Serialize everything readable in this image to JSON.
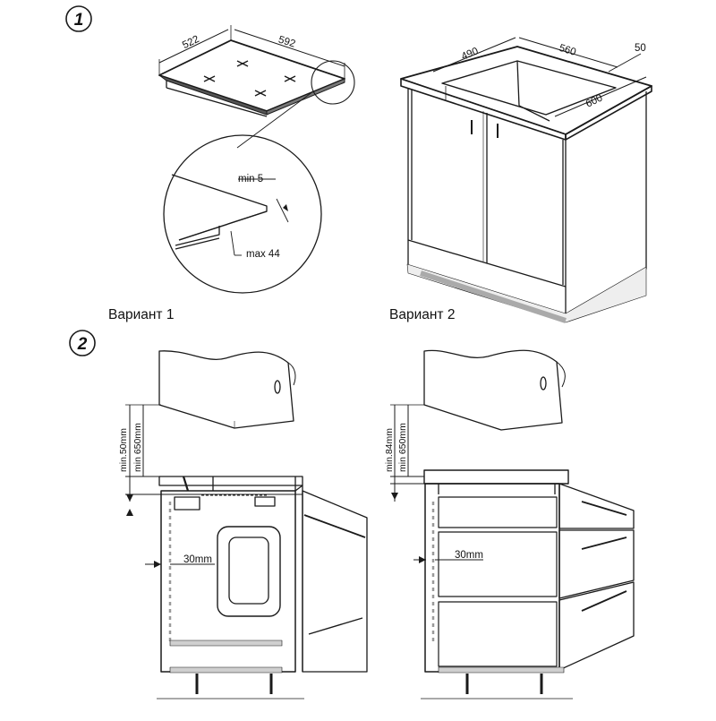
{
  "steps": [
    "1",
    "2"
  ],
  "variant1": {
    "caption": "Вариант 1",
    "hob_depth": "522",
    "hob_width": "592",
    "detail_min": "min 5",
    "detail_max": "max 44",
    "min_above": "min.50mm",
    "min_cabinet": "min 650mm",
    "gap": "30mm"
  },
  "variant2": {
    "caption": "Вариант 2",
    "cut_depth": "490",
    "cut_width": "560",
    "edge": "50",
    "top_depth": "600",
    "min_above": "min.84mm",
    "min_cabinet": "min 650mm",
    "gap": "30mm"
  },
  "colors": {
    "line": "#1a1a1a",
    "hatch": "#9a9a9a",
    "floor": "#cfcfcf"
  }
}
